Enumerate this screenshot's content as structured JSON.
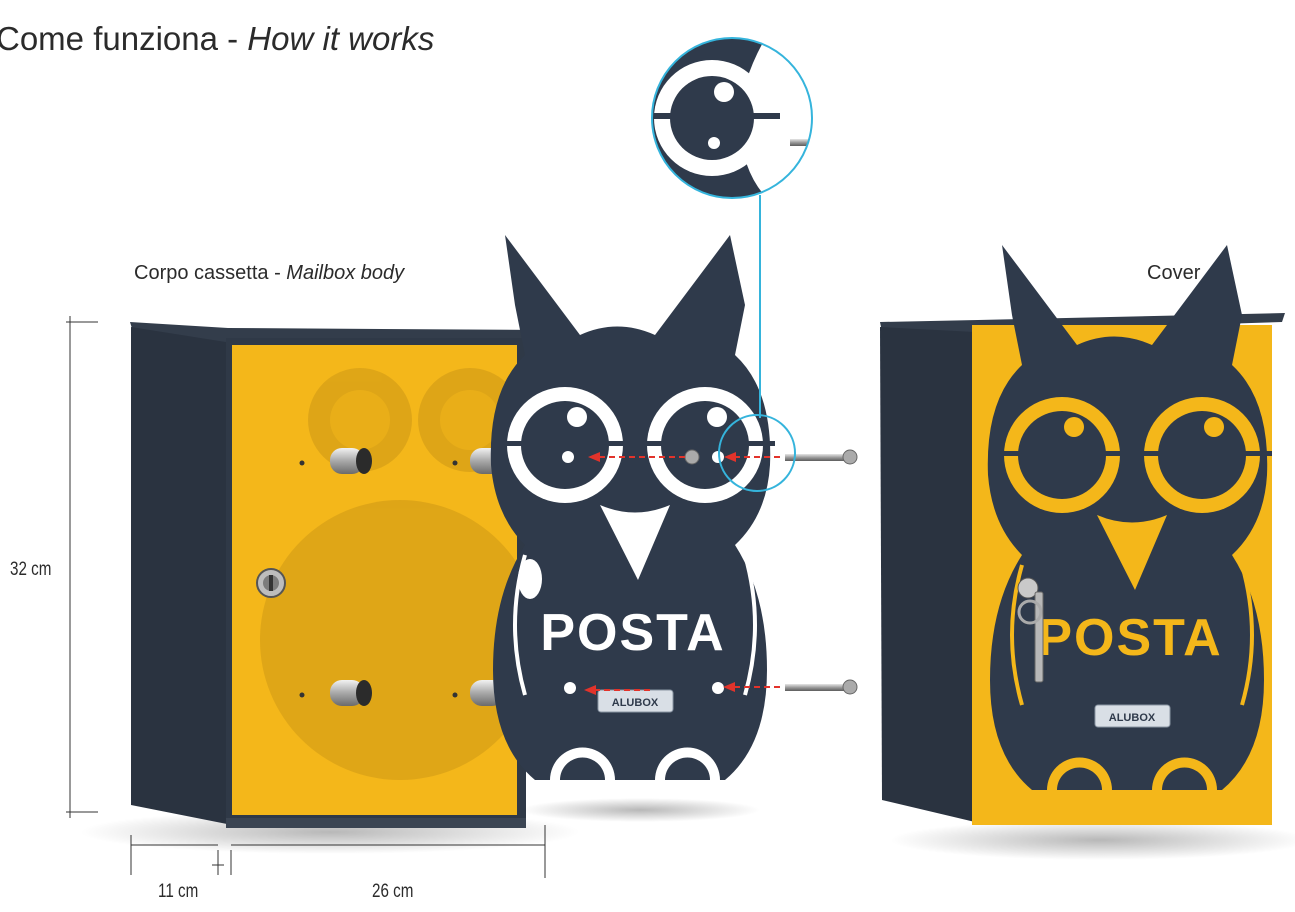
{
  "title": {
    "main": "Come funziona - ",
    "italic": "How it works"
  },
  "labels": {
    "body_plain": "Corpo cassetta - ",
    "body_italic": "Mailbox body",
    "cover": "Cover"
  },
  "dimensions": {
    "height": "32 cm",
    "depth": "11 cm",
    "width": "26 cm"
  },
  "owl_text": "POSTA",
  "brand_plate": "ALUBOX",
  "colors": {
    "owl": "#2f3a4b",
    "box_face": "#f4b71a",
    "box_side": "#2a3340",
    "accent_line": "#35b4dc",
    "arrow": "#e2332b"
  }
}
